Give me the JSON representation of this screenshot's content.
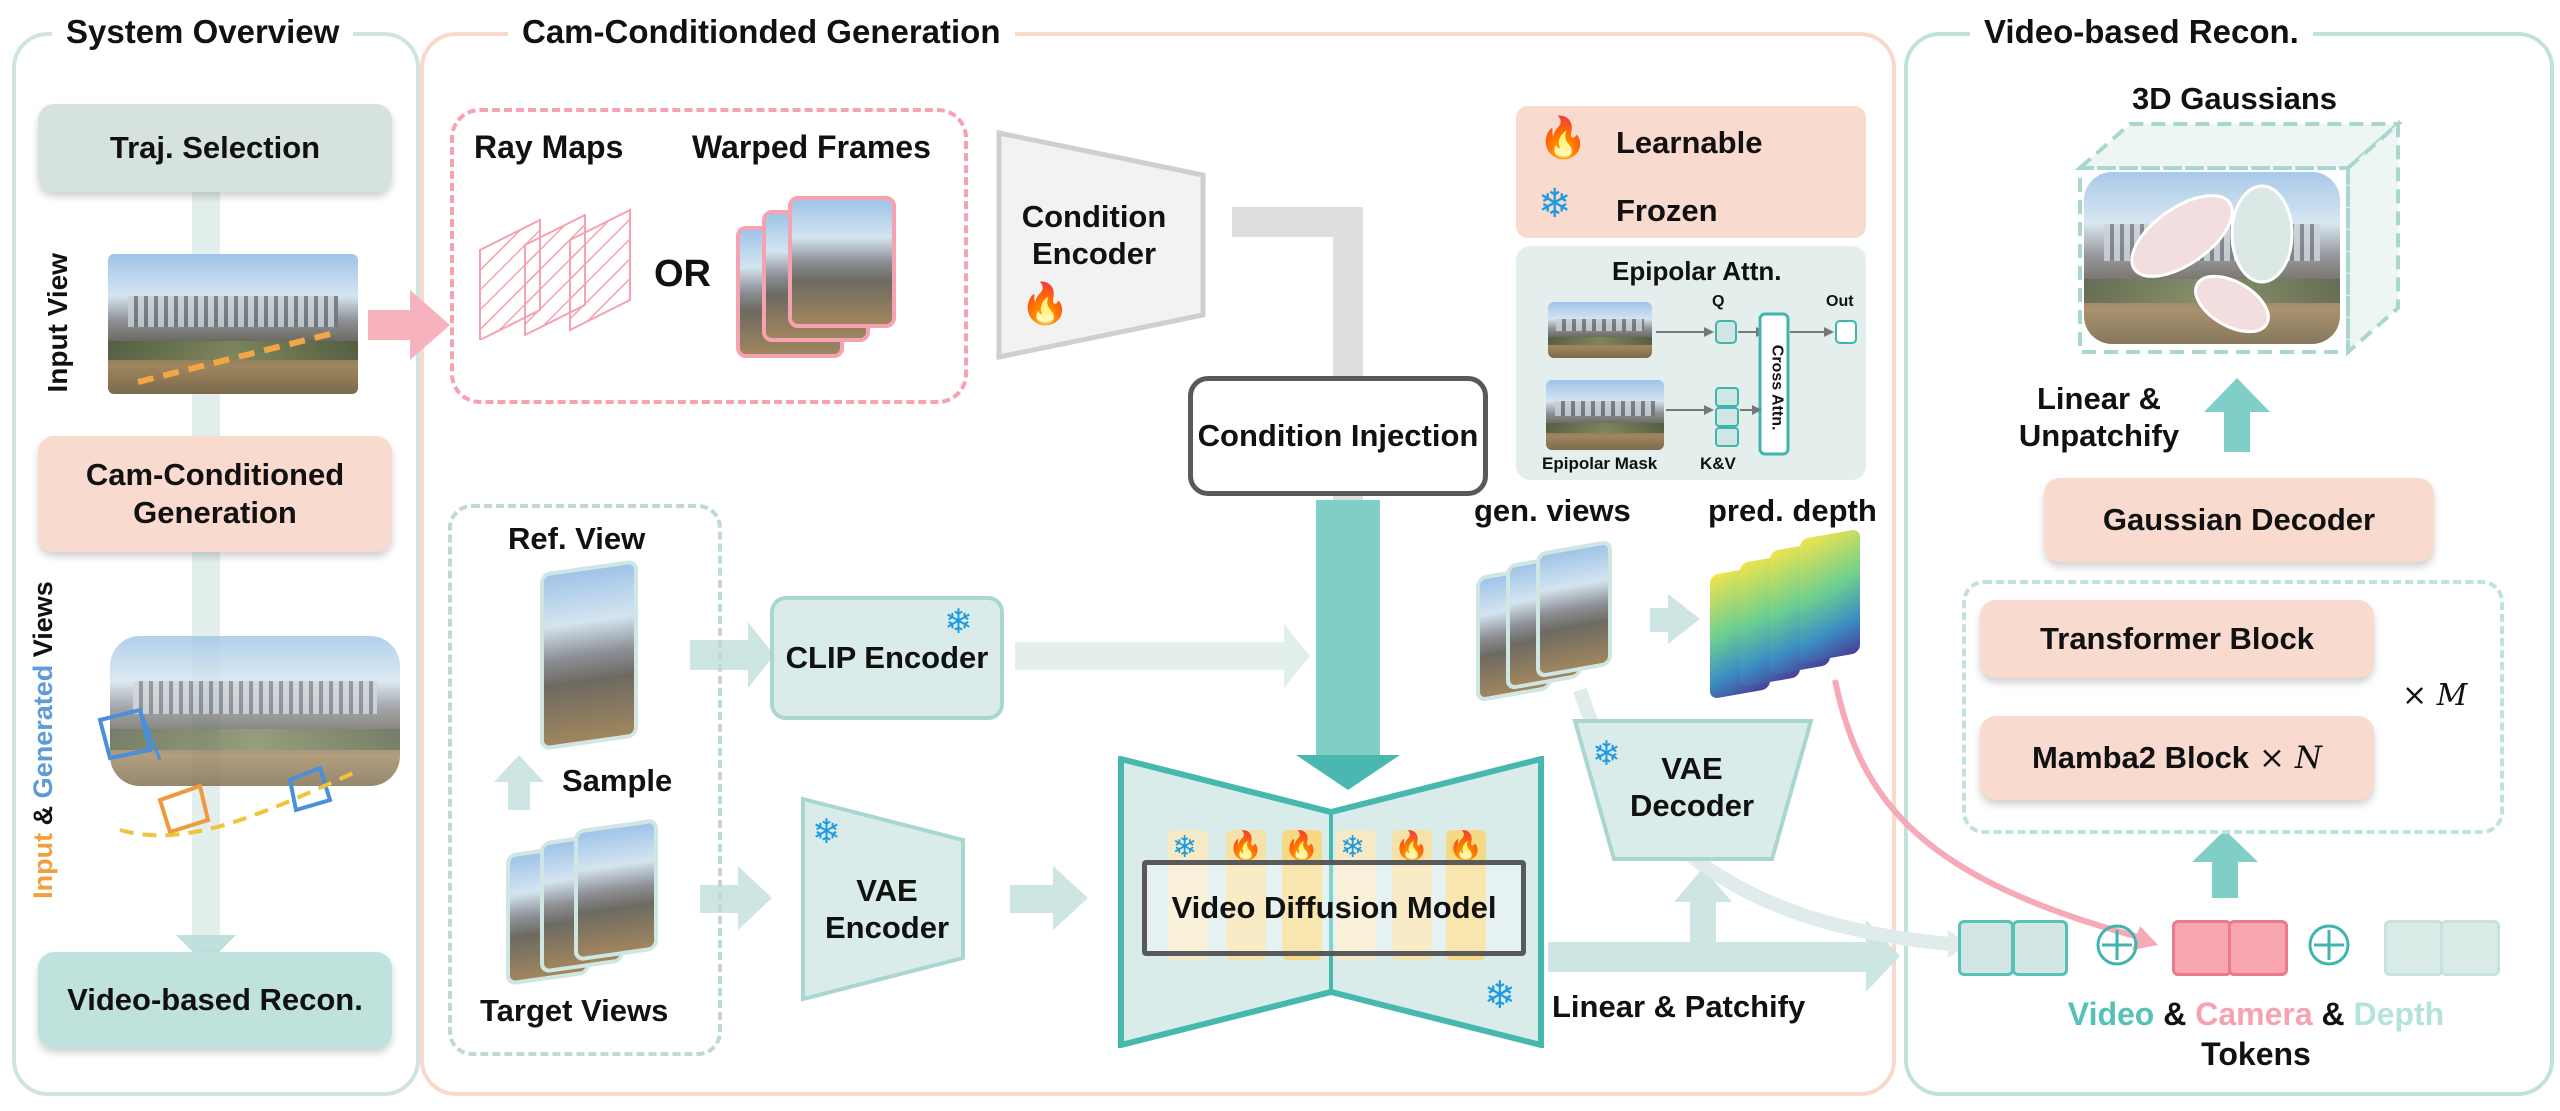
{
  "panels": {
    "system_overview": "System Overview",
    "cam_generation": "Cam-Conditionded Generation",
    "video_recon": "Video-based Recon."
  },
  "overview": {
    "traj_selection": "Traj. Selection",
    "input_view": "Input View",
    "cam_conditioned": "Cam-Conditioned Generation",
    "views_label_input": "Input",
    "views_label_amp": "&",
    "views_label_generated": "Generated",
    "views_label_views": "Views",
    "video_recon": "Video-based Recon."
  },
  "generation": {
    "ray_maps": "Ray Maps",
    "or": "OR",
    "warped_frames": "Warped Frames",
    "condition_encoder": "Condition Encoder",
    "condition_injection": "Condition Injection",
    "ref_view": "Ref. View",
    "clip_encoder": "CLIP Encoder",
    "sample": "Sample",
    "target_views": "Target Views",
    "vae_encoder": "VAE Encoder",
    "video_diffusion_model": "Video Diffusion Model",
    "legend_learnable": "Learnable",
    "legend_frozen": "Frozen",
    "epipolar_title": "Epipolar Attn.",
    "epipolar_q": "Q",
    "epipolar_out": "Out",
    "epipolar_cross": "Cross Attn.",
    "epipolar_mask": "Epipolar Mask",
    "epipolar_kv": "K&V",
    "gen_views": "gen. views",
    "pred_depth": "pred. depth",
    "vae_decoder": "VAE Decoder",
    "linear_patchify": "Linear & Patchify"
  },
  "recon": {
    "gaussians_3d": "3D Gaussians",
    "linear_unpatchify": "Linear & Unpatchify",
    "gaussian_decoder": "Gaussian Decoder",
    "transformer_block": "Transformer Block",
    "mamba2_block": "Mamba2 Block",
    "times_n": "× N",
    "times_m": "× M",
    "tokens_video": "Video",
    "tokens_amp1": "&",
    "tokens_camera": "Camera",
    "tokens_amp2": "&",
    "tokens_depth": "Depth",
    "tokens": "Tokens"
  },
  "colors": {
    "teal": "#7fcfc5",
    "teal_dark": "#3fb5ad",
    "salmon_panel": "#f6d2c4",
    "pink": "#f4a7b3",
    "gray_box": "#d9e4e2",
    "light_teal_box": "#cfe6e3",
    "learnable_red": "#e2391f",
    "frozen_blue": "#1e9be0",
    "camera_pink": "#f5a3b1",
    "video_teal": "#56c1b5",
    "depth_mint": "#b5e3d9"
  }
}
